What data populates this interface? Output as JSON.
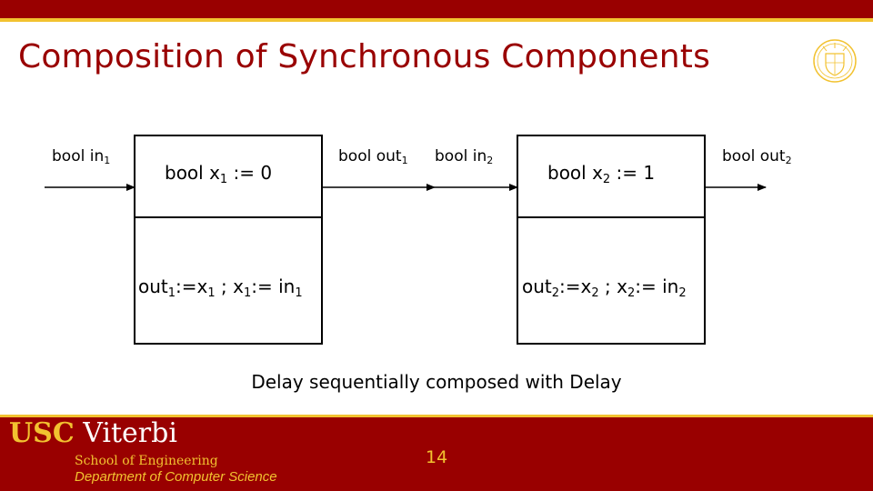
{
  "slide": {
    "title": "Composition of Synchronous Components",
    "caption": "Delay sequentially composed with Delay",
    "page_number": "14"
  },
  "diagram": {
    "input1": {
      "text": "bool in",
      "sub": "1"
    },
    "between_out": {
      "text": "bool out",
      "sub": "1"
    },
    "between_in": {
      "text": "bool in",
      "sub": "2"
    },
    "output2": {
      "text": "bool out",
      "sub": "2"
    },
    "component1": {
      "state": {
        "a": "bool x",
        "a_sub": "1",
        "b": " := 0"
      },
      "update": {
        "a": "out",
        "a_sub": "1",
        "b": ":=x",
        "b_sub": "1",
        "c": " ; x",
        "c_sub": "1",
        "d": ":= in",
        "d_sub": "1"
      }
    },
    "component2": {
      "state": {
        "a": "bool x",
        "a_sub": "2",
        "b": " := 1"
      },
      "update": {
        "a": "out",
        "a_sub": "2",
        "b": ":=x",
        "b_sub": "2",
        "c": " ; x",
        "c_sub": "2",
        "d": ":= in",
        "d_sub": "2"
      }
    }
  },
  "footer": {
    "brand_usc": "USC",
    "brand_viterbi": " Viterbi",
    "school": "School of Engineering",
    "department": "Department of Computer Science"
  },
  "colors": {
    "brand": "#990000",
    "accent": "#f2c230"
  }
}
